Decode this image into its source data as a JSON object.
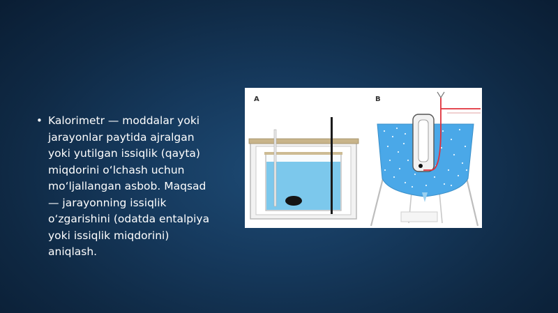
{
  "bullet": {
    "text": "Kalorimetr — moddalar yoki jarayonlar paytida ajralgan yoki yutilgan issiqlik (qayta) miqdorini o‘lchash uchun mo‘ljallangan asbob. Maqsad — jarayonning issiqlik o‘zgarishini (odatda entalpiya yoki issiqlik miqdorini) aniqlash."
  },
  "figure": {
    "panel_a_label": "A",
    "panel_b_label": "B"
  },
  "colors": {
    "background": "#163a5e",
    "text": "#ffffff",
    "water": "#7cc8ec",
    "water_bath": "#4aa8e8",
    "lid": "#c8b48a",
    "wire": "#e0303a"
  }
}
